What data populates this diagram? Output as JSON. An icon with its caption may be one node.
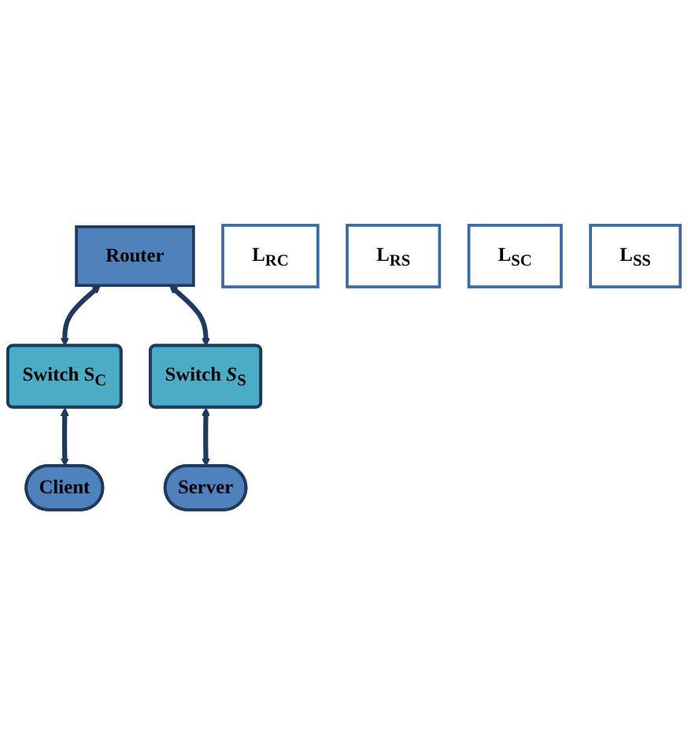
{
  "diagram": {
    "nodes": [
      {
        "text": [
          "Router"
        ]
      },
      {
        "text": [
          "L$_{RC}$"
        ]
      },
      {
        "text": [
          "Switch S$_{C}$"
        ]
      },
      {
        "text": [
          "L$_{RS}$"
        ]
      },
      {
        "text": [
          "Switch *S*$_{S}$"
        ]
      },
      {
        "text": [
          "L$_{SC}$"
        ]
      },
      {
        "text": [
          "Client"
        ]
      },
      {
        "text": [
          "L$_{SS}$"
        ]
      },
      {
        "text": [
          "Server"
        ]
      }
    ],
    "edges": [
      {
        "from": 0,
        "to": 2,
        "arrow": "both"
      },
      {
        "from": 0,
        "to": 4,
        "arrow": "both"
      },
      {
        "from": 2,
        "to": 6,
        "arrow": "both"
      },
      {
        "from": 4,
        "to": 8,
        "arrow": "both"
      }
    ]
  }
}
